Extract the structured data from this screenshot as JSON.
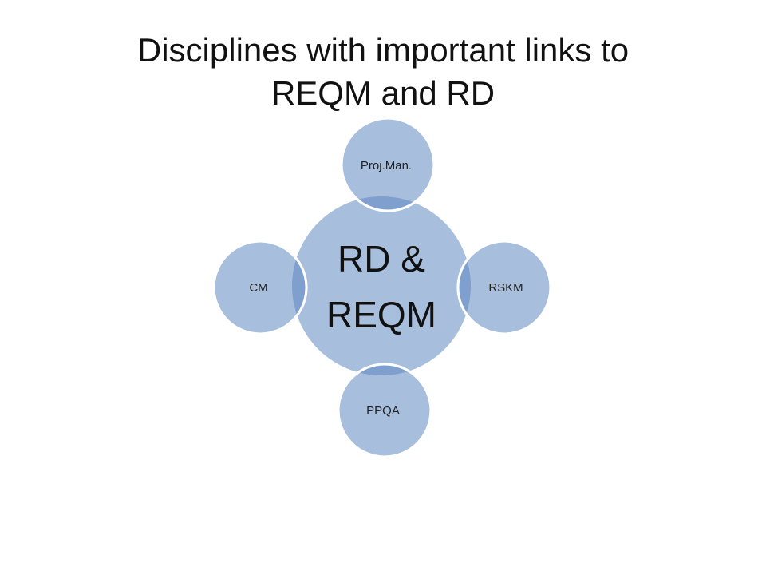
{
  "slide": {
    "title_line1": "Disciplines with important links to",
    "title_line2": "REQM and RD"
  },
  "diagram": {
    "center": {
      "line1": "RD &",
      "line2": "REQM"
    },
    "satellites": {
      "top": "Proj.Man.",
      "right": "RSKM",
      "bottom": "PPQA",
      "left": "CM"
    }
  },
  "colors": {
    "center_fill": "#a7bfdd",
    "satellite_fill": "#a7bfdd",
    "overlap_fill": "#7f9fcf",
    "satellite_stroke": "#ffffff",
    "text": "#111111"
  }
}
